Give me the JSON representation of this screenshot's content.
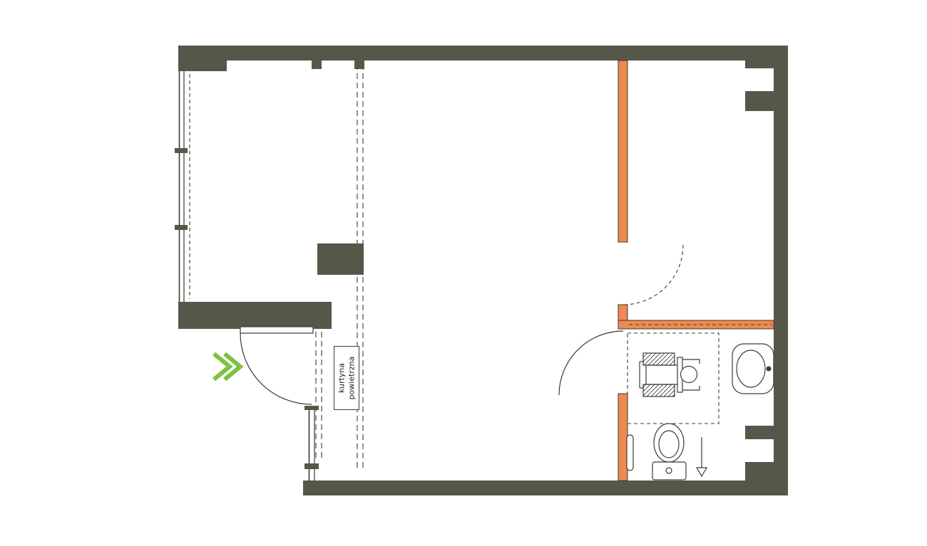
{
  "labels": {
    "air_curtain_line1": "kurtyna",
    "air_curtain_line2": "powietrzna"
  },
  "colors": {
    "wall": "#565749",
    "accent_wall": "#ee8a4f",
    "line": "#3b3c34",
    "entrance_arrow": "#7dc242",
    "background": "#ffffff"
  },
  "icons": {
    "entrance-chevron-icon": "double right chevron entrance arrow",
    "wheelchair-icon": "accessible wheelchair plan symbol",
    "toilet-icon": "toilet plan symbol",
    "sink-icon": "washbasin plan symbol",
    "mop-icon": "mop cleaning tool symbol",
    "grab-bar-icon": "vertical grab bar"
  }
}
